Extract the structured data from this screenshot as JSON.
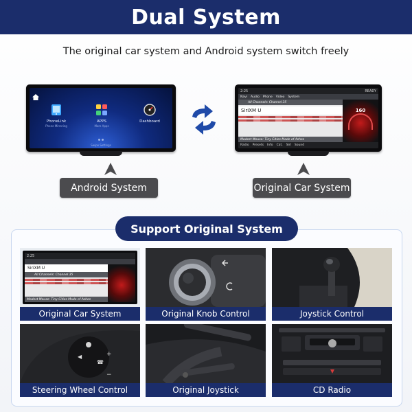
{
  "banner": {
    "title": "Dual System"
  },
  "subtitle": "The original car system and Android system switch freely",
  "android_screen": {
    "apps": [
      {
        "label": "PhoneLink",
        "sub": "Phone Mirroring"
      },
      {
        "label": "APPS",
        "sub": "More Apps"
      },
      {
        "label": "Dashboard",
        "sub": ""
      }
    ],
    "footer": "Swipe Settings"
  },
  "car_screen": {
    "time": "2:25",
    "status": "READY",
    "menu": [
      "Navi",
      "Audio",
      "Phone",
      "Video",
      "System"
    ],
    "channel": "All Channels: Channel 35",
    "station": "SiriXM U",
    "now_playing": "Modest Mouse: Tiny Cities Made of Ashes",
    "gauge_value": "160",
    "bottom": [
      "Radio",
      "Presets",
      "Info",
      "Cat.",
      "Sirl",
      "Sound"
    ]
  },
  "mini_car_screen": {
    "time": "2:25",
    "station": "SiriXM U",
    "channel": "All Channels: Channel 35",
    "now_playing": "Modest Mouse: Tiny Cities Made of Ashes"
  },
  "labels": {
    "android": "Android System",
    "original": "Original Car System"
  },
  "support": {
    "title": "Support Original System",
    "tiles": [
      {
        "caption": "Original Car System"
      },
      {
        "caption": "Original Knob Control"
      },
      {
        "caption": "Joystick Control"
      },
      {
        "caption": "Steering Wheel Control"
      },
      {
        "caption": "Original Joystick"
      },
      {
        "caption": "CD Radio"
      }
    ]
  },
  "colors": {
    "navy": "#1b2d6b",
    "pill_gray": "#4b4b4e",
    "arrow_blue": "#1f4aa8"
  },
  "icons": [
    "home-icon",
    "phone-link-icon",
    "apps-icon",
    "dashboard-icon",
    "switch-arrows-icon",
    "up-pointer-icon"
  ]
}
